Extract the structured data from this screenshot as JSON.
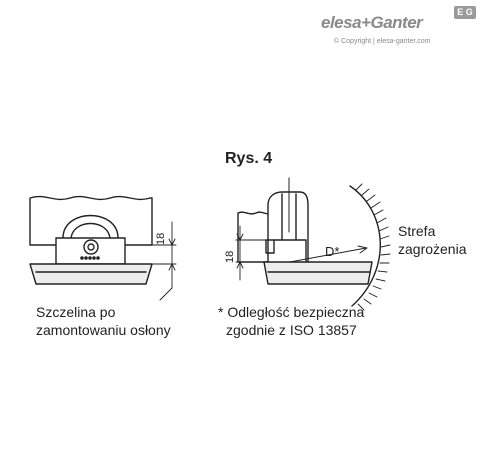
{
  "header": {
    "brand_left": "elesa",
    "brand_plus": "+",
    "brand_right": "Ganter",
    "badge": "E G",
    "copyright": "© Copyright | elesa-ganter.com"
  },
  "figure": {
    "title": "Rys. 4",
    "left_dimension": "18",
    "right_dimension": "18",
    "distance_symbol": "D*",
    "gap_label": [
      "Szczelina po",
      "zamontowaniu osłony"
    ],
    "zone_label": [
      "Strefa",
      "zagrożenia"
    ],
    "note_label": [
      "* Odległość bezpieczna",
      "zgodnie z ISO 13857"
    ]
  },
  "colors": {
    "line": "#222222",
    "brand": "#8a8a8a",
    "fill_light": "#ededed"
  }
}
